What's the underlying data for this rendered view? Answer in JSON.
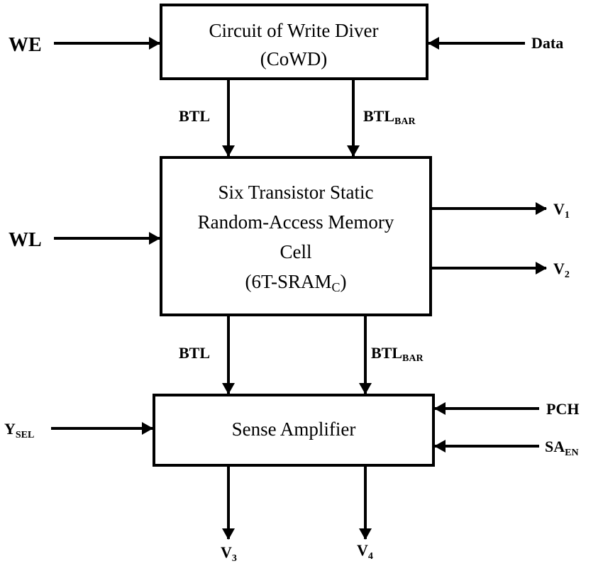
{
  "blocks": {
    "cowd": {
      "line1": "Circuit of Write Diver",
      "line2": "(CoWD)"
    },
    "sram": {
      "line1": "Six Transistor Static",
      "line2": "Random-Access Memory",
      "line3": "Cell",
      "line4_main": "(6T-SRAM",
      "line4_sub": "C",
      "line4_end": ")"
    },
    "sense_amp": {
      "label": "Sense Amplifier"
    }
  },
  "signals": {
    "we": "WE",
    "data": "Data",
    "wl": "WL",
    "btl": "BTL",
    "btl_bar_main": "BTL",
    "btl_bar_sub": "BAR",
    "v1_main": "V",
    "v1_sub": "1",
    "v2_main": "V",
    "v2_sub": "2",
    "v3_main": "V",
    "v3_sub": "3",
    "v4_main": "V",
    "v4_sub": "4",
    "ysel_main": "Y",
    "ysel_sub": "SEL",
    "pch": "PCH",
    "saen_main": "SA",
    "saen_sub": "EN"
  },
  "colors": {
    "stroke": "#000000",
    "background": "#ffffff"
  }
}
